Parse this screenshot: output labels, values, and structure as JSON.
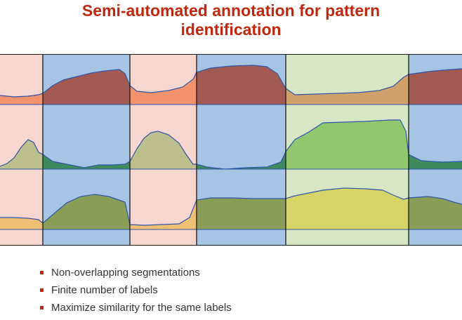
{
  "title_line1": "Semi-automated annotation for pattern",
  "title_line2": "identification",
  "bullets": [
    "Non-overlapping segmentations",
    "Finite number of labels",
    "Maximize similarity for the same labels"
  ],
  "segment_labels": [
    "red",
    "blue",
    "red",
    "blue",
    "green",
    "blue"
  ],
  "colors": {
    "title": "#c0270f",
    "bullet": "#c0270f",
    "label_red_bg": "#f8d6d0",
    "label_blue_bg": "#a6c4e4",
    "label_green_bg": "#d7e6c5",
    "divider": "#1a1a1a",
    "signal_line": "#2f56a8",
    "row1_red": "#f2936e",
    "row1_blue": "#a35a52",
    "row1_green": "#d1a16c",
    "row2_red": "#bcbf8c",
    "row2_blue": "#3d8a5d",
    "row2_green": "#91c86e",
    "row3_red": "#efc074",
    "row3_blue": "#8a9d57",
    "row3_green": "#d7d468"
  }
}
